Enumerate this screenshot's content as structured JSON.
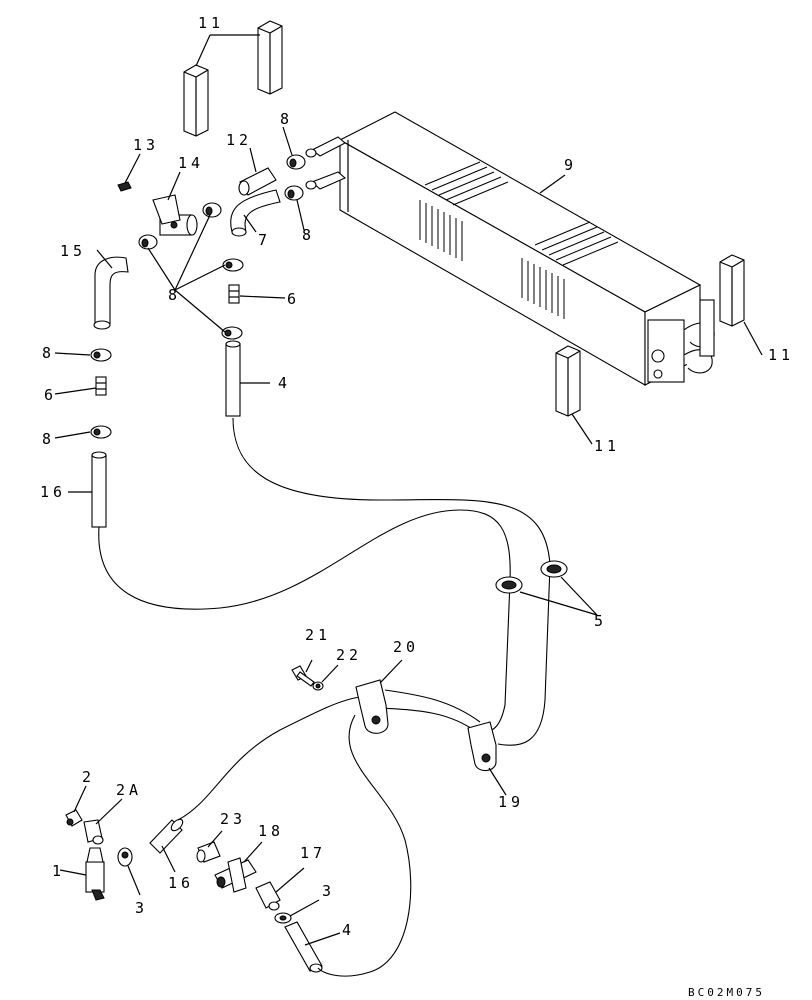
{
  "drawing_number": "BC02M075",
  "callouts": {
    "c1": "1",
    "c2": "2",
    "c2a": "2A",
    "c3a": "3",
    "c3b": "3",
    "c4a": "4",
    "c4b": "4",
    "c5": "5",
    "c6a": "6",
    "c6b": "6",
    "c7": "7",
    "c8a": "8",
    "c8b": "8",
    "c8c": "8",
    "c8d": "8",
    "c8e": "8",
    "c9": "9",
    "c11a": "11",
    "c11b": "11",
    "c11c": "11",
    "c12": "12",
    "c13": "13",
    "c14": "14",
    "c15": "15",
    "c16a": "16",
    "c16b": "16",
    "c17": "17",
    "c18": "18",
    "c19": "19",
    "c20": "20",
    "c21": "21",
    "c22": "22",
    "c23": "23"
  }
}
